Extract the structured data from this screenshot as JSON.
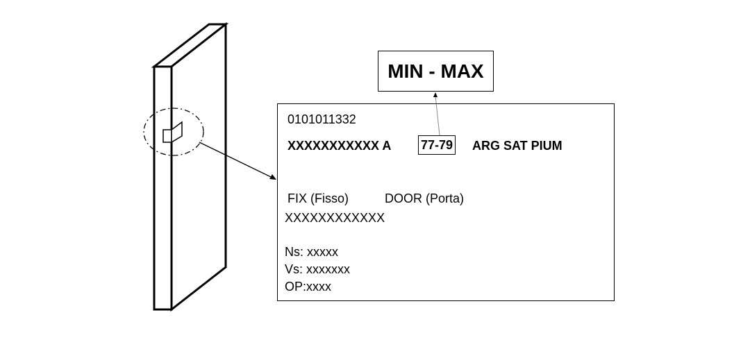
{
  "minmax_label": "MIN - MAX",
  "label": {
    "code": "0101011332",
    "line2_prefix": "XXXXXXXXXXX A",
    "range": "77-79",
    "line2_suffix": "ARG SAT PIUM",
    "fix": "FIX (Fisso)",
    "door": "DOOR (Porta)",
    "serial": "XXXXXXXXXXXX",
    "ns": "Ns: xxxxx",
    "vs": "Vs: xxxxxxx",
    "op": "OP:xxxx"
  }
}
